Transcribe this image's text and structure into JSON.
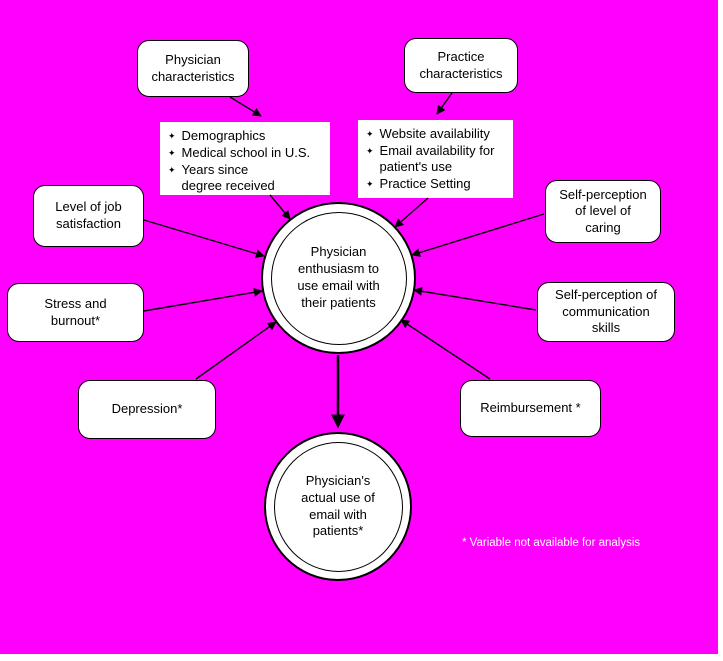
{
  "background_color": "#FF00FF",
  "bullet_glyph": "✦",
  "nodes": {
    "physician_characteristics": {
      "lines": [
        "Physician",
        "characteristics"
      ]
    },
    "practice_characteristics": {
      "lines": [
        "Practice",
        "characteristics"
      ]
    },
    "level_of_job_satisfaction": {
      "lines": [
        "Level of job",
        "satisfaction"
      ]
    },
    "self_perception_caring": {
      "lines": [
        "Self-perception",
        "of level of",
        "caring"
      ]
    },
    "stress_and_burnout": {
      "lines": [
        "Stress and",
        "burnout*"
      ]
    },
    "self_perception_communication": {
      "lines": [
        "Self-perception of",
        "communication",
        "skills"
      ]
    },
    "depression": {
      "label": "Depression*"
    },
    "reimbursement": {
      "label": "Reimbursement *"
    }
  },
  "lists": {
    "physician_details": {
      "items": [
        "Demographics",
        "Medical school in U.S.",
        "Years since\ndegree received"
      ]
    },
    "practice_details": {
      "items": [
        "Website availability",
        "Email availability for\npatient's use",
        "Practice Setting"
      ]
    }
  },
  "center_circle": {
    "lines": [
      "Physician",
      "enthusiasm to",
      "use email with",
      "their patients"
    ]
  },
  "outcome_circle": {
    "lines": [
      "Physician's",
      "actual use of",
      "email with",
      "patients*"
    ]
  },
  "footnote": "* Variable not available for analysis"
}
